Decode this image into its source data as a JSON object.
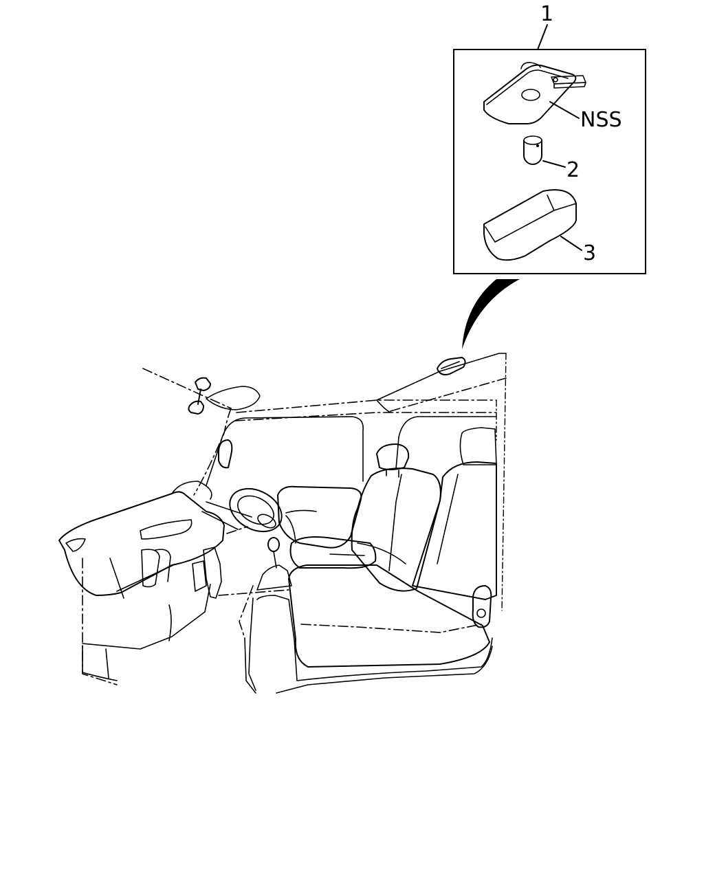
{
  "callouts": {
    "assembly": "1",
    "nss": "NSS",
    "bulb": "2",
    "lens": "3"
  }
}
